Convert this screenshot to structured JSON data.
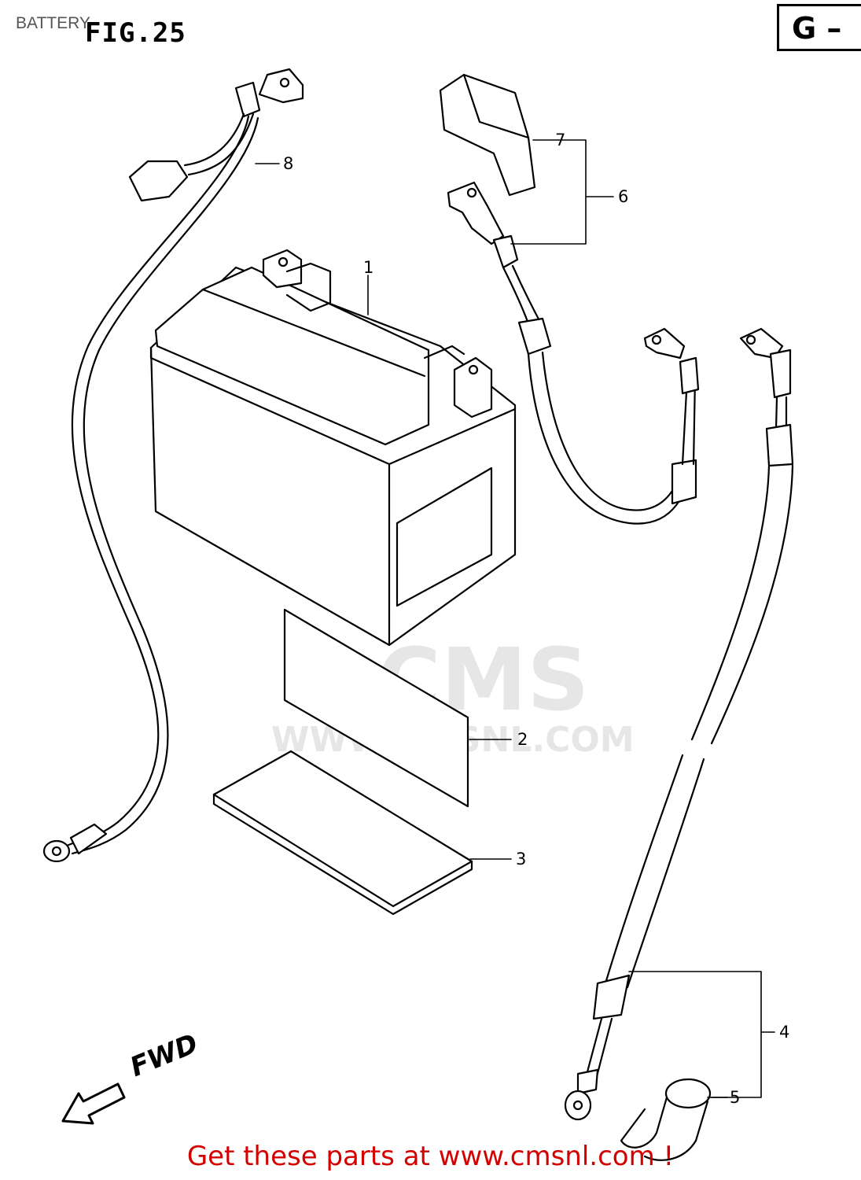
{
  "header": {
    "page_label": "BATTERY",
    "figure_title": "FIG.25",
    "section_code": "G –"
  },
  "callouts": {
    "c1": "1",
    "c2": "2",
    "c3": "3",
    "c4": "4",
    "c5": "5",
    "c6": "6",
    "c7": "7",
    "c8": "8"
  },
  "direction_label": "FWD",
  "watermark": {
    "logo_text": "CMS",
    "url": "WWW.CMSNL.COM"
  },
  "footer": {
    "text": "Get these parts at www.cmsnl.com !"
  },
  "colors": {
    "line": "#000000",
    "footer_text": "#d40000",
    "watermark": "#e6e6e6"
  }
}
